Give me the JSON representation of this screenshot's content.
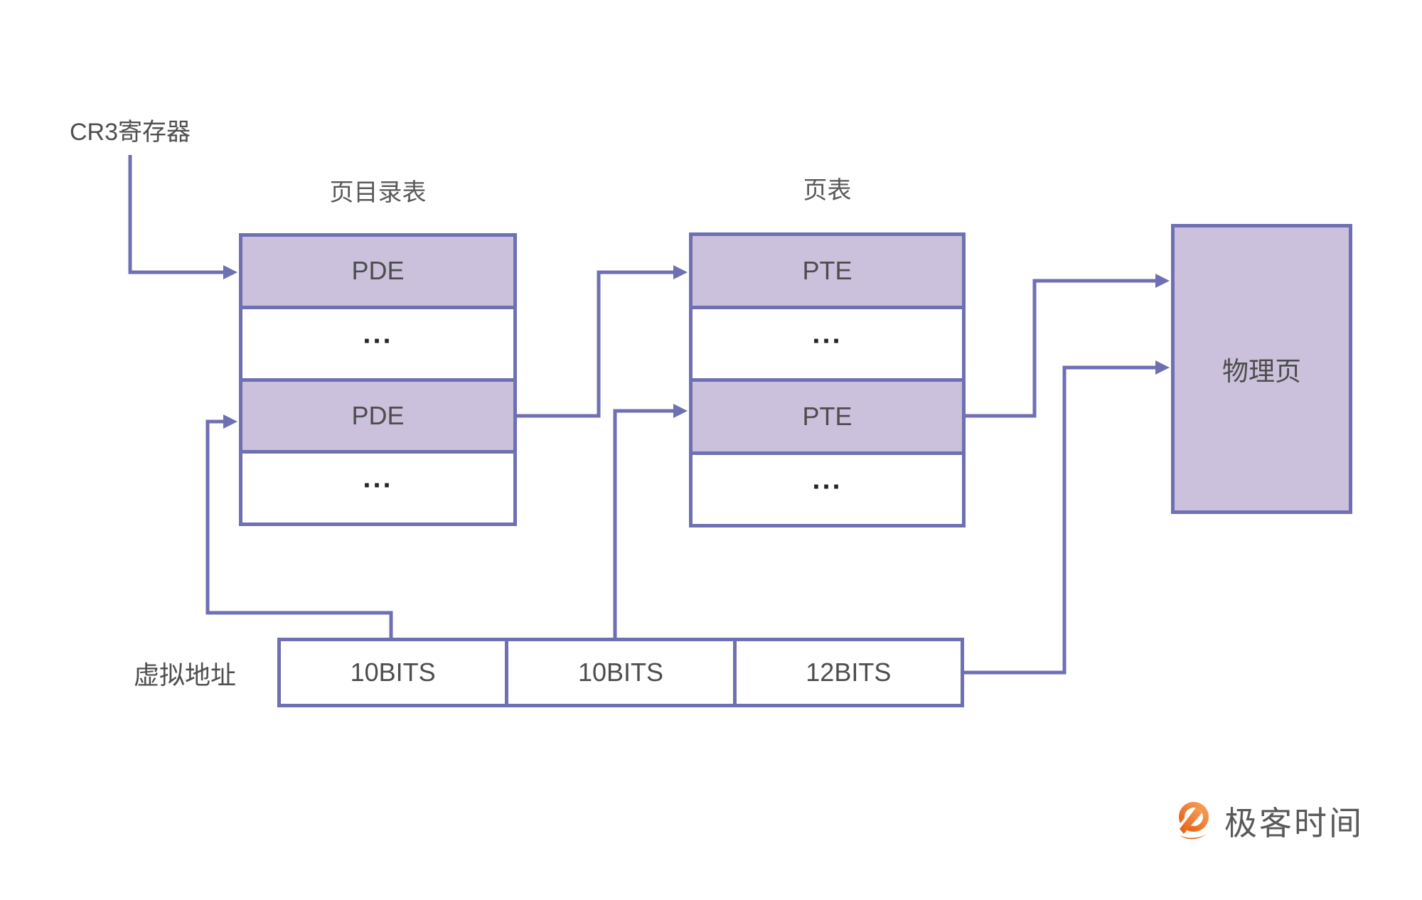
{
  "diagram": {
    "cr3": {
      "label": "CR3寄存器"
    },
    "page_directory": {
      "title": "页目录表",
      "rows": [
        "PDE",
        "...",
        "PDE",
        "..."
      ]
    },
    "page_table": {
      "title": "页表",
      "rows": [
        "PTE",
        "...",
        "PTE",
        "..."
      ]
    },
    "physical_page": {
      "label": "物理页"
    },
    "virtual_address": {
      "label": "虚拟地址",
      "fields": [
        "10BITS",
        "10BITS",
        "12BITS"
      ]
    }
  },
  "branding": {
    "logo_text": "极客时间"
  },
  "colors": {
    "line": "#6f6fb3",
    "table_fill": "#cbc1dc",
    "label_text": "#4f4f4f",
    "logo_orange": "#ed6a1f"
  }
}
